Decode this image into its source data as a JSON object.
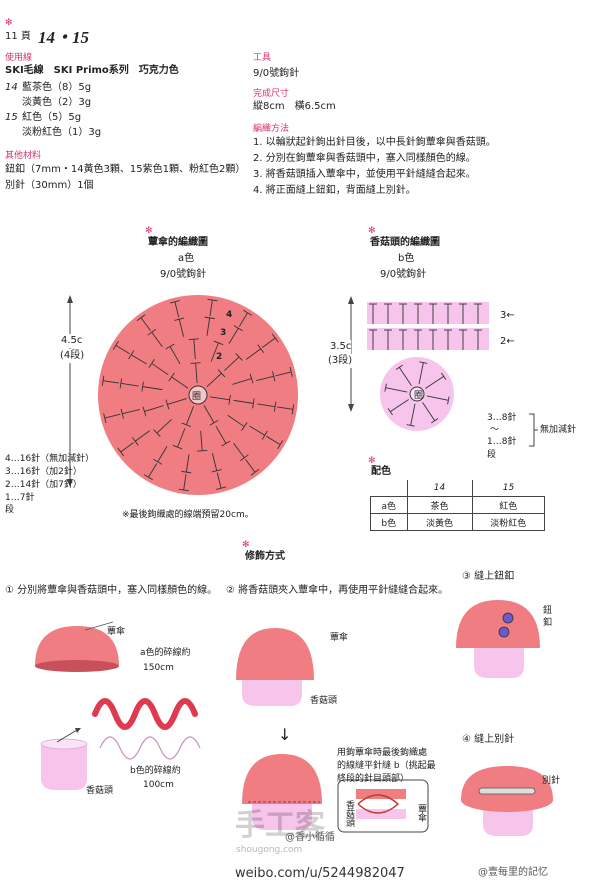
{
  "header": {
    "page_prefix": "11 頁",
    "page_nums": "14・15"
  },
  "materials": {
    "yarn_heading": "使用線",
    "yarn_brand": "SKI毛線　SKI Primo系列　巧克力色",
    "p14_label": "14",
    "p14_a": "藍茶色（8）5g",
    "p14_b": "淡黃色（2）3g",
    "p15_label": "15",
    "p15_a": "紅色（5）5g",
    "p15_b": "淡粉紅色（1）3g",
    "other_heading": "其他材料",
    "other_1": "鈕釦（7mm・14黃色3顆、15紫色1顆、粉紅色2顆）",
    "other_2": "別針（30mm）1個"
  },
  "tools": {
    "tool_heading": "工具",
    "tool_value": "9/0號鉤針",
    "size_heading": "完成尺寸",
    "size_value": "縱8cm　橫6.5cm",
    "method_heading": "編織方法",
    "steps": [
      "1. 以輪狀起針鉤出針目後，以中長針鉤蕈傘與香菇頭。",
      "2. 分別在鉤蕈傘與香菇頭中，塞入同樣顏色的線。",
      "3. 將香菇頭插入蕈傘中，並使用平針縫縫合起來。",
      "4. 將正面縫上鈕釦，背面縫上別針。"
    ]
  },
  "cap_diagram": {
    "title": "蕈傘的編織圖",
    "color": "a色",
    "hook": "9/0號鉤針",
    "height": "4.5c",
    "rows": "(4段)",
    "center": "圈",
    "counts": [
      "4…16針（無加減針）",
      "3…16針（加2針）",
      "2…14針（加7針）",
      "1…7針"
    ],
    "counts_unit": "段",
    "note": "※最後鉤織處的線端預留20cm。",
    "row_marks": [
      "4",
      "3",
      "2"
    ]
  },
  "stem_diagram": {
    "title": "香菇頭的編織圖",
    "color": "b色",
    "hook": "9/0號鉤針",
    "height": "3.5c",
    "rows": "(3段)",
    "arrow3": "3←",
    "arrow2": "2←",
    "center": "圈",
    "count_a": "3…8針",
    "count_tilde": "～",
    "count_b": "1…8針",
    "count_unit": "段",
    "no_change": "無加減針"
  },
  "color_table": {
    "title": "配色",
    "col14": "14",
    "col15": "15",
    "rows": [
      {
        "label": "a色",
        "c14": "茶色",
        "c15": "紅色"
      },
      {
        "label": "b色",
        "c14": "淡黃色",
        "c15": "淡粉紅色"
      }
    ]
  },
  "finishing": {
    "title": "修飾方式",
    "step1": "① 分別將蕈傘與香菇頭中，塞入同樣顏色的線。",
    "step1_cap": "蕈傘",
    "step1_yarn_a": "a色的碎線約",
    "step1_len_a": "150cm",
    "step1_yarn_b": "b色的碎線約",
    "step1_len_b": "100cm",
    "step1_stem": "香菇頭",
    "step2": "② 將香菇頭夾入蕈傘中，再使用平針縫縫合起來。",
    "step2_cap": "蕈傘",
    "step2_stem": "香菇頭",
    "step2b_note_1": "用鉤蕈傘時最後鉤織處",
    "step2b_note_2": "的線縫平針縫 b（挑起最",
    "step2b_note_3": "終段的針目頭部）",
    "step2b_stem": "香菇頭",
    "step2b_cap": "蕈傘",
    "step3": "③ 縫上鈕釦",
    "step3_button_1": "鈕",
    "step3_button_2": "釦",
    "step4": "④ 縫上別針",
    "step4_pin": "別針",
    "arrow_down": "↓"
  },
  "watermark": {
    "site": "shougong.com",
    "weibo": "weibo.com/u/5244982047",
    "account": "@壹每里的記忆",
    "name": "@香小循循",
    "big": "手工客"
  },
  "colors": {
    "accent": "#d6336c",
    "cap": "#f07d82",
    "stem": "#f7c4ec",
    "stem_edge": "#d9a0d0"
  }
}
